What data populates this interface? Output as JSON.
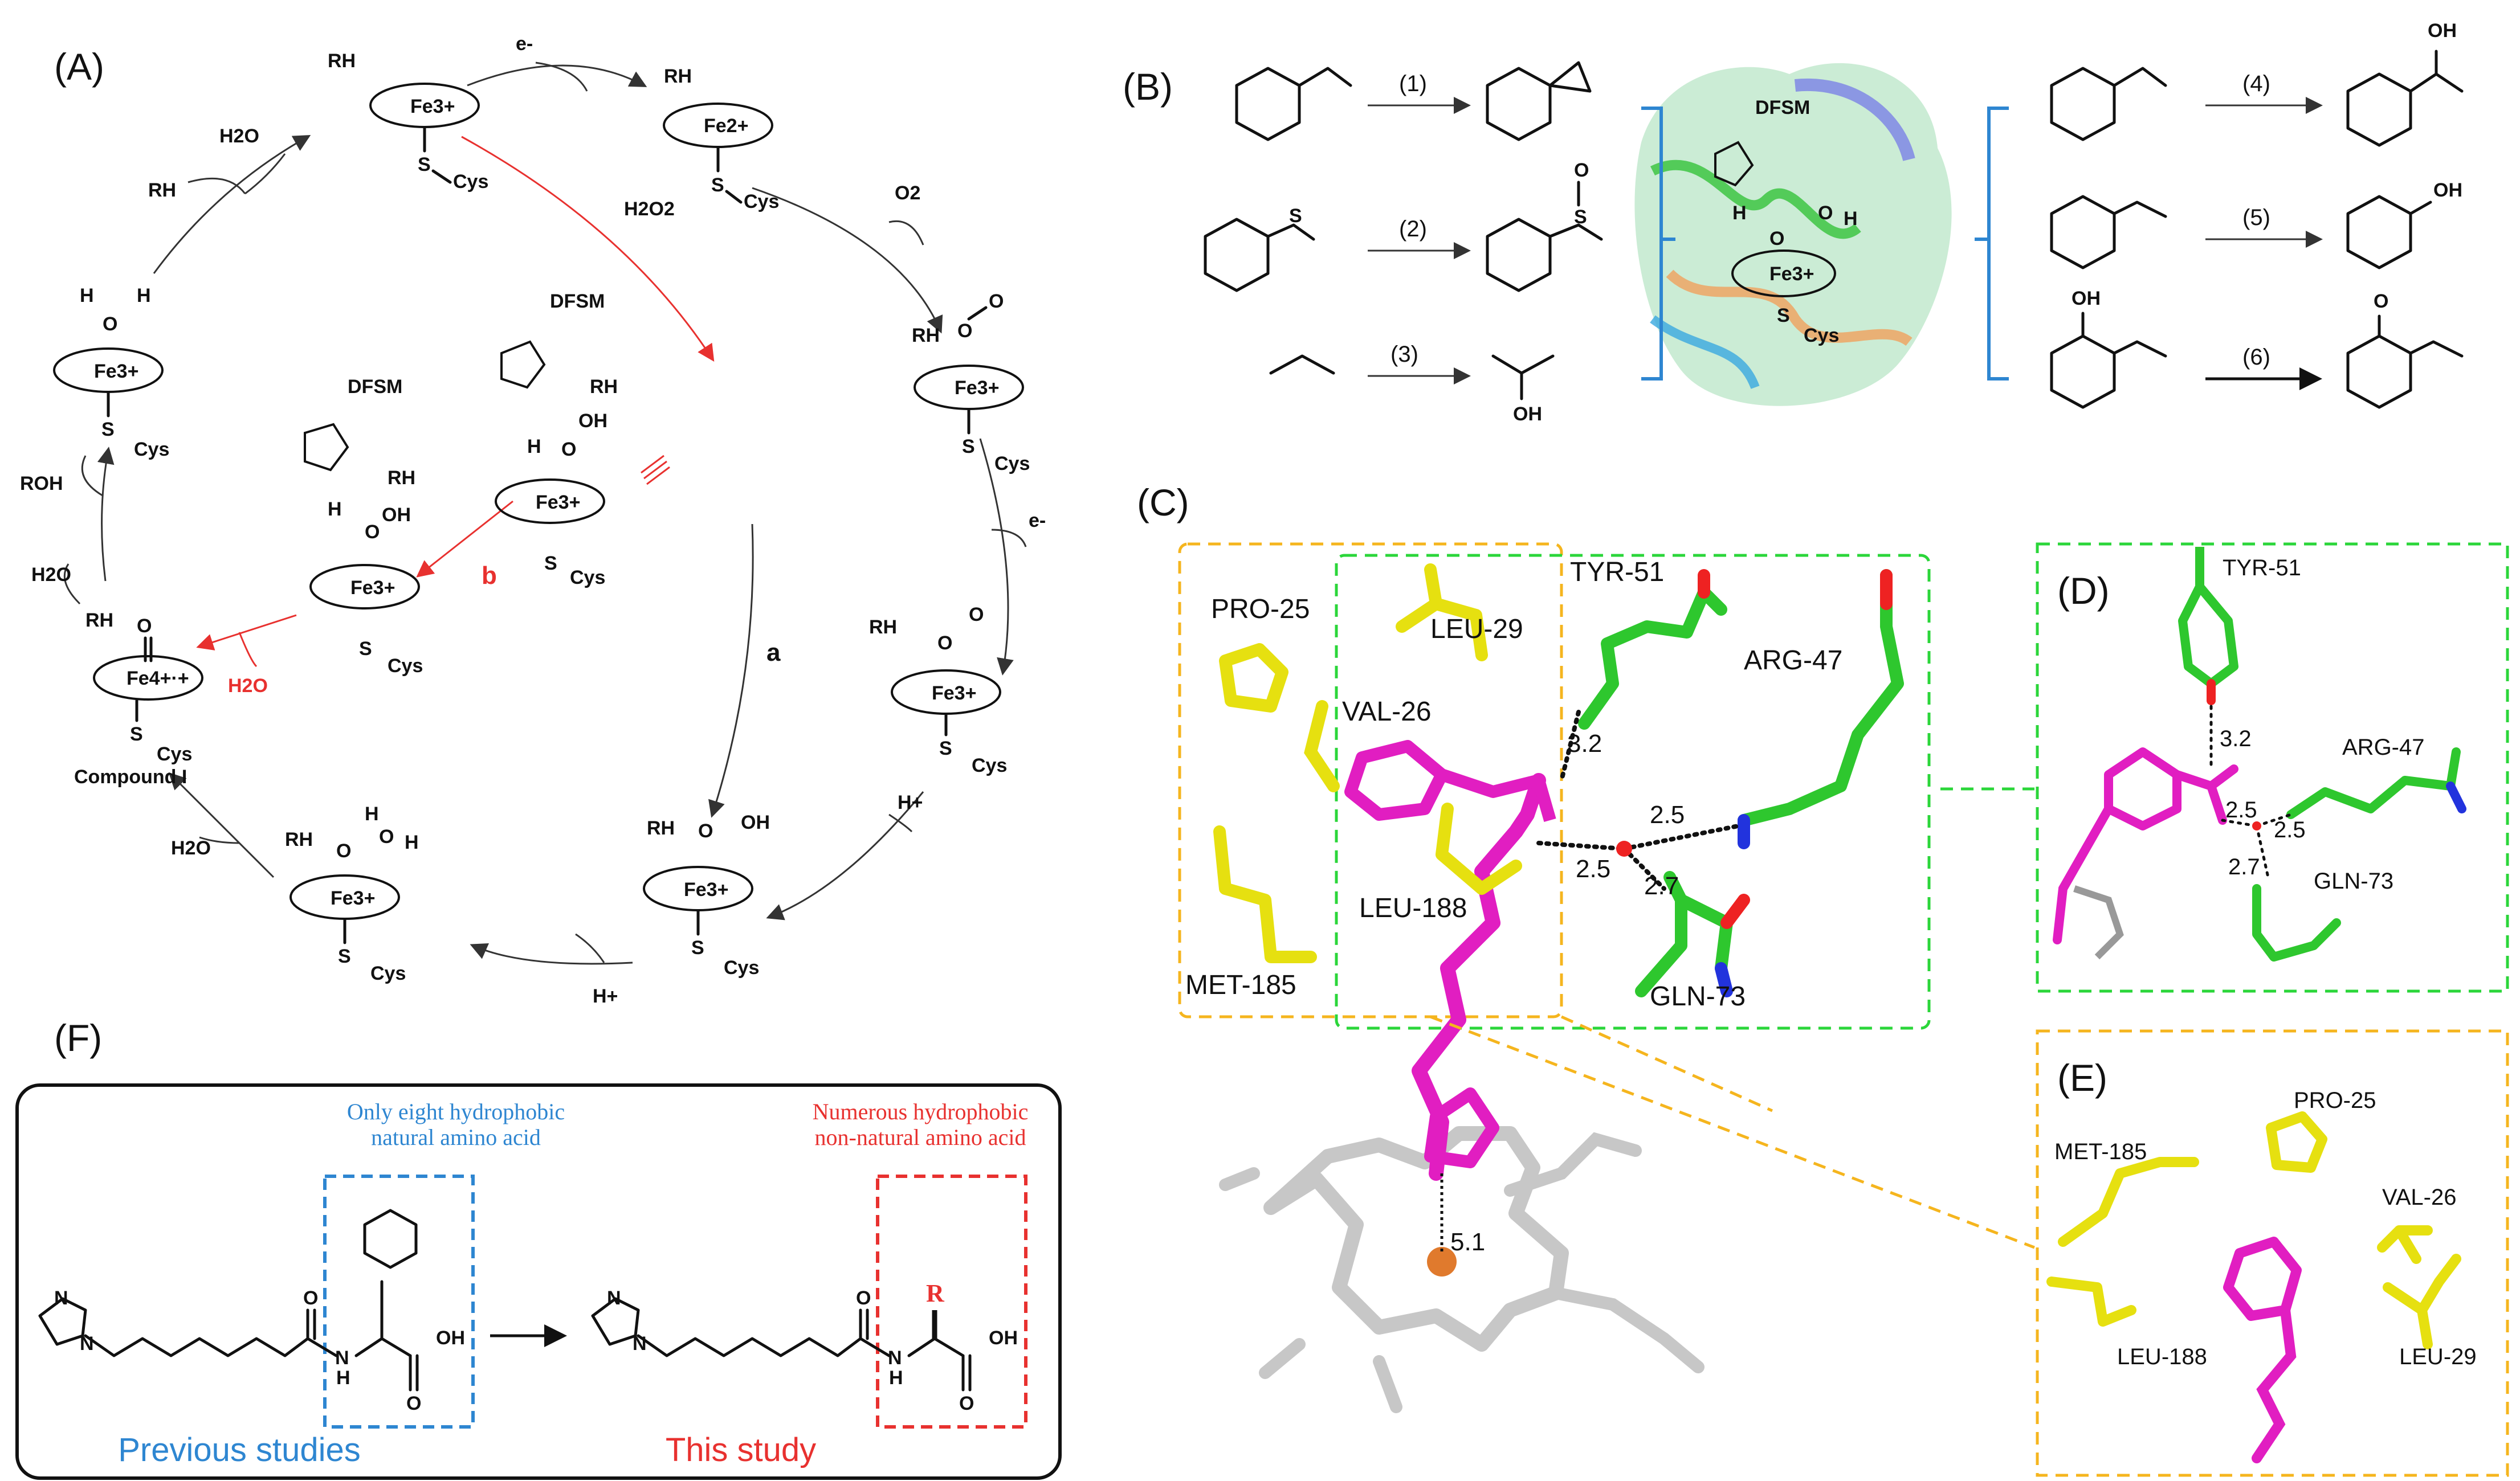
{
  "panels": {
    "A": "(A)",
    "B": "(B)",
    "C": "(C)",
    "D": "(D)",
    "E": "(E)",
    "F": "(F)"
  },
  "cycle": {
    "rh": "RH",
    "fe3": "Fe3+",
    "fe2": "Fe2+",
    "fe4": "Fe4+·+",
    "s_cys": "S",
    "cys": "Cys",
    "e_minus": "e-",
    "o2": "O2",
    "h2o2": "H2O2",
    "h2o": "H2O",
    "roh": "ROH",
    "h_plus": "H+",
    "dfsm": "DFSM",
    "path_a": "a",
    "path_b": "b",
    "compound_i": "Compound I",
    "h": "H",
    "o": "O",
    "oh": "OH"
  },
  "reactions": {
    "labels": [
      "(1)",
      "(2)",
      "(3)",
      "(4)",
      "(5)",
      "(6)"
    ],
    "atoms": {
      "s": "S",
      "o": "O",
      "oh": "OH"
    }
  },
  "enzyme_inset": {
    "dfsm": "DFSM",
    "h": "H",
    "o": "O",
    "fe": "Fe3+",
    "s": "S",
    "cys": "Cys"
  },
  "panel_c": {
    "residues": [
      "TYR-51",
      "PRO-25",
      "LEU-29",
      "VAL-26",
      "ARG-47",
      "LEU-188",
      "MET-185",
      "GLN-73"
    ],
    "distances": [
      "3.2",
      "2.5",
      "2.5",
      "2.7",
      "5.1"
    ]
  },
  "panel_d": {
    "residues": [
      "TYR-51",
      "ARG-47",
      "GLN-73"
    ],
    "distances": [
      "3.2",
      "2.5",
      "2.5",
      "2.7"
    ]
  },
  "panel_e": {
    "residues": [
      "PRO-25",
      "MET-185",
      "VAL-26",
      "LEU-188",
      "LEU-29"
    ]
  },
  "panel_f": {
    "blue_note_1": "Only eight hydrophobic",
    "blue_note_2": "natural amino acid",
    "red_note_1": "Numerous hydrophobic",
    "red_note_2": "non-natural amino acid",
    "previous": "Previous studies",
    "this_study": "This study",
    "r_group": "R",
    "atoms": {
      "n": "N",
      "o": "O",
      "oh": "OH",
      "h": "H"
    }
  },
  "colors": {
    "red_arrow": "#e8312f",
    "blue_box": "#2e86d1",
    "green_box": "#2bd63a",
    "orange_box": "#f5b51e",
    "magenta_ligand": "#e11ec1",
    "yellow_residue": "#e6e010",
    "green_residue": "#2ec72e",
    "heme_grey": "#c7c7c7",
    "iron": "#e07a2d",
    "oxygen": "#ee2222",
    "nitrogen": "#2233dd"
  }
}
